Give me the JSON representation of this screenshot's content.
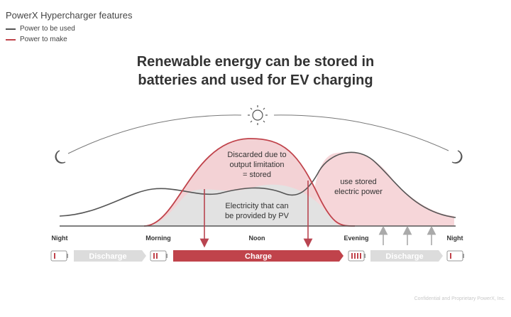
{
  "legend": {
    "title": "PowerX Hypercharger features",
    "items": [
      {
        "label": "Power to be used",
        "color": "#555555"
      },
      {
        "label": "Power to make",
        "color": "#c0434b"
      }
    ]
  },
  "title_line1": "Renewable energy can be stored in",
  "title_line2": "batteries and used for EV charging",
  "labels": {
    "discarded_1": "Discarded due to",
    "discarded_2": "output limitation",
    "discarded_3": "= stored",
    "use_stored_1": "use stored",
    "use_stored_2": "electric power",
    "pv_1": "Electricity that can",
    "pv_2": "be provided by PV"
  },
  "times": [
    "Night",
    "Morning",
    "Noon",
    "Evening",
    "Night"
  ],
  "bars": {
    "discharge_left": "Discharge",
    "charge": "Charge",
    "discharge_right": "Discharge"
  },
  "colors": {
    "accent": "#c0434b",
    "pink_fill": "#f3d2d5",
    "gray_fill": "#e3e3e3",
    "gray_line": "#555555",
    "bar_gray": "#dcdcdc"
  },
  "footer": "Confidential and Proprietary PowerX, Inc."
}
